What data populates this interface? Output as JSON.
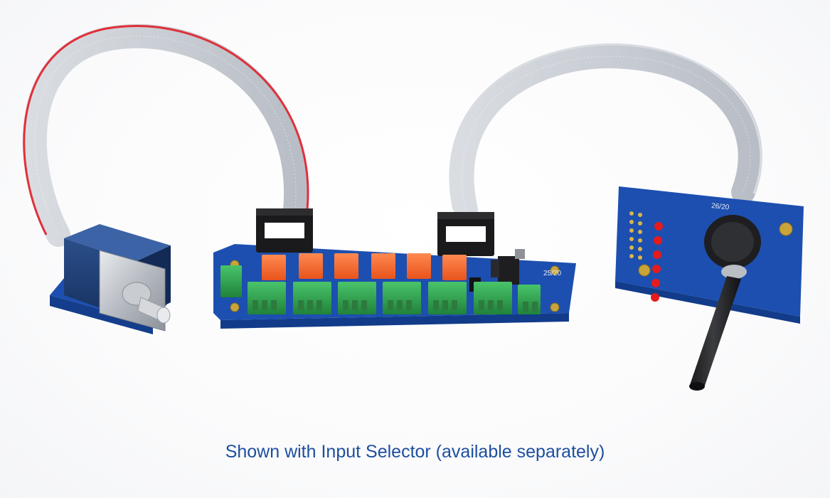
{
  "caption": "Shown with Input Selector (available separately)",
  "colors": {
    "caption_text": "#1d4fa0",
    "pcb_blue": "#1c4fb0",
    "relay_orange": "#ff6a2b",
    "terminal_green": "#2fa84f",
    "ribbon_stripe": "#e1303a",
    "led_red": "#e51b1b"
  },
  "board_labels": {
    "main_board_date": "25/20",
    "selector_board_date": "26/20"
  }
}
